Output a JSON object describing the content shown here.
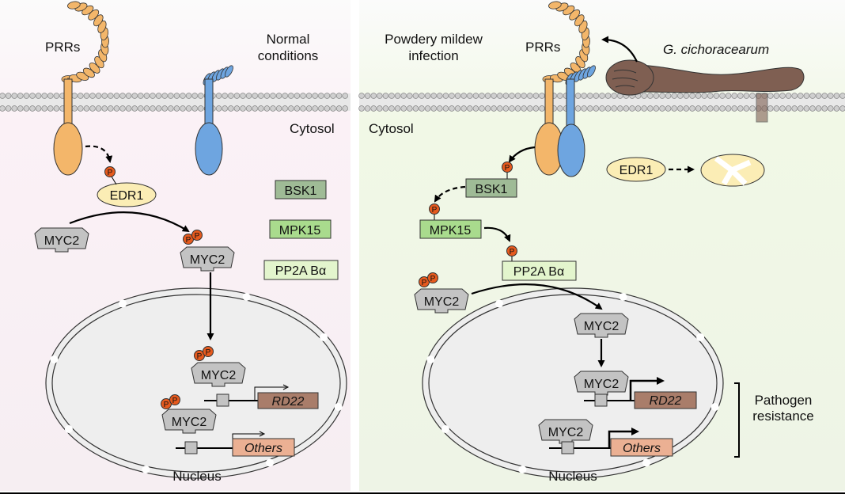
{
  "left_panel": {
    "prrs_label": "PRRs",
    "condition_label_line1": "Normal",
    "condition_label_line2": "conditions",
    "cytosol_label": "Cytosol",
    "edr1_label": "EDR1",
    "myc2_label": "MYC2",
    "phospho_label": "P",
    "bsk1_label": "BSK1",
    "mpk15_label": "MPK15",
    "pp2a_label": "PP2A Bα",
    "rd22_label": "RD22",
    "others_label": "Others",
    "nucleus_label": "Nucleus"
  },
  "right_panel": {
    "condition_label_line1": "Powdery mildew",
    "condition_label_line2": "infection",
    "prrs_label": "PRRs",
    "pathogen_label": "G. cichoracearum",
    "cytosol_label": "Cytosol",
    "edr1_label": "EDR1",
    "bsk1_label": "BSK1",
    "mpk15_label": "MPK15",
    "pp2a_label": "PP2A Bα",
    "myc2_label": "MYC2",
    "phospho_label": "P",
    "rd22_label": "RD22",
    "others_label": "Others",
    "nucleus_label": "Nucleus",
    "outcome_label_line1": "Pathogen",
    "outcome_label_line2": "resistance"
  },
  "colors": {
    "prr_orange": "#f3b66a",
    "prr_blue": "#6ea5e0",
    "edr1_fill": "#fbedb5",
    "bsk1_fill": "#9fbb96",
    "mpk15_fill": "#a9db8d",
    "pp2a_fill": "#e3f5cd",
    "myc2_fill": "#c3c3c3",
    "phospho_fill": "#e65a1e",
    "rd22_fill": "#a97d6a",
    "others_fill": "#ebb093",
    "pathogen_fill": "#7f5f52",
    "left_bg": "#fbf1f6",
    "right_bg": "#f1f8e6"
  }
}
